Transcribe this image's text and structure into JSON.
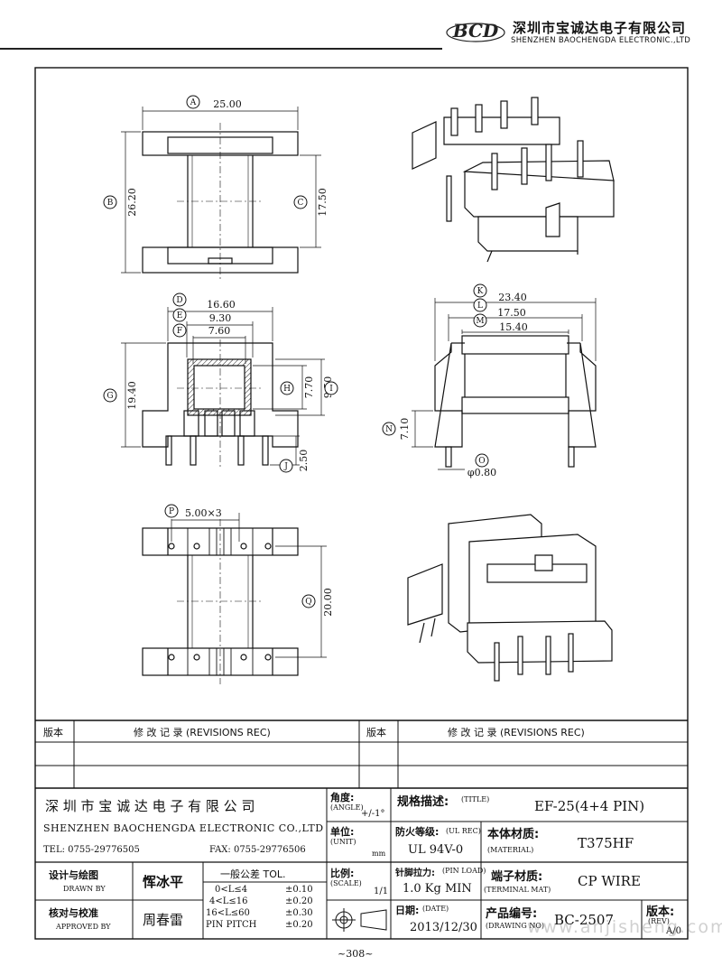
{
  "header": {
    "logo": "BCD",
    "company_cn": "深圳市宝诚达电子有限公司",
    "company_en": "SHENZHEN BAOCHENGDA ELECTRONIC.,LTD"
  },
  "dimensions": {
    "top_view": {
      "A": "25.00",
      "B": "26.20",
      "C": "17.50"
    },
    "front_view": {
      "D": "16.60",
      "E": "9.30",
      "F": "7.60",
      "G": "19.40",
      "H": "7.70",
      "I": "9.50",
      "J": "2.50"
    },
    "side_view": {
      "K": "23.40",
      "L": "17.50",
      "M": "15.40",
      "N": "7.10",
      "O": "φ0.80"
    },
    "bottom_view": {
      "P": "5.00×3",
      "Q": "20.00"
    }
  },
  "letters": [
    "A",
    "B",
    "C",
    "D",
    "E",
    "F",
    "G",
    "H",
    "I",
    "J",
    "K",
    "L",
    "M",
    "N",
    "O",
    "P",
    "Q"
  ],
  "revisions": {
    "rev_label": "版本",
    "rev_header": "修 改 记 录 (REVISIONS REC)"
  },
  "title_block": {
    "company_cn": "深 圳 市 宝 诚 达 电 子 有 限 公 司",
    "company_en": "SHENZHEN BAOCHENGDA ELECTRONIC CO.,LTD",
    "tel": "TEL: 0755-29776505",
    "fax": "FAX: 0755-29776506",
    "angle_label": "角度:",
    "angle_en": "(ANGLE)",
    "angle_value": "+/-1°",
    "title_label": "规格描述:",
    "title_en": "(TITLE)",
    "title_value": "EF-25(4+4 PIN)",
    "unit_label": "单位:",
    "unit_en": "(UNIT)",
    "unit_value": "mm",
    "fire_label": "防火等级:",
    "fire_en": "(UL REC)",
    "fire_value": "UL 94V-0",
    "material_label": "本体材质:",
    "material_en": "(MATERIAL)",
    "material_value": "T375HF",
    "drawn_label": "设计与绘图",
    "drawn_en": "DRAWN BY",
    "drawn_value": "恽冰平",
    "tol_label": "一般公差 TOL.",
    "tol_rows": [
      {
        "range": "0<L≤4",
        "value": "±0.10"
      },
      {
        "range": "4<L≤16",
        "value": "±0.20"
      },
      {
        "range": "16<L≤60",
        "value": "±0.30"
      },
      {
        "range": "PIN PITCH",
        "value": "±0.20"
      }
    ],
    "scale_label": "比例:",
    "scale_en": "(SCALE)",
    "scale_value": "1/1",
    "pin_label": "针脚拉力:",
    "pin_en": "(PIN LOAD)",
    "pin_value": "1.0 Kg MIN",
    "terminal_label": "端子材质:",
    "terminal_en": "(TERMINAL MAT)",
    "terminal_value": "CP WIRE",
    "approved_label": "核对与校准",
    "approved_en": "APPROVED BY",
    "approved_value": "周春雷",
    "date_label": "日期:",
    "date_en": "(DATE)",
    "date_value": "2013/12/30",
    "drawing_label": "产品编号:",
    "drawing_en": "(DRAWING NO)",
    "drawing_value": "BC-2507",
    "rev_label": "版本:",
    "rev_en": "(REV)",
    "rev_value": "A/0"
  },
  "watermark": "www.anjisheng.com",
  "page_number": "~308~"
}
